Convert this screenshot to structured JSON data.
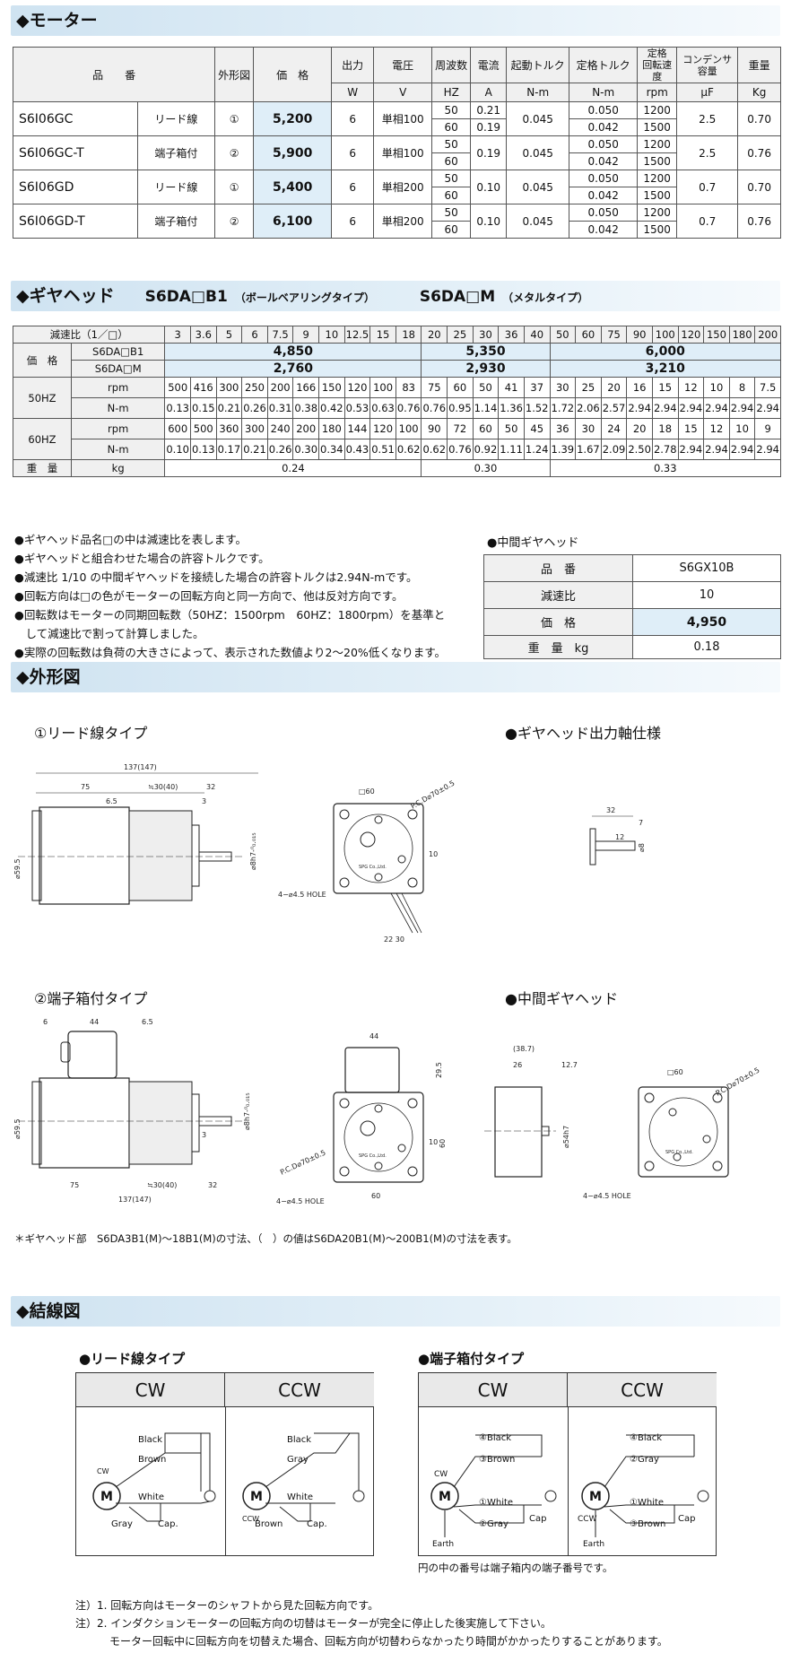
{
  "motor": {
    "title": "◆モーター",
    "h": {
      "model": "品　　番",
      "shape": "外形図",
      "price": "価　格",
      "out": "出力",
      "volt": "電圧",
      "freq": "周波数",
      "cur": "電流",
      "start": "起動トルク",
      "rated": "定格トルク",
      "speed1": "定格",
      "speed2": "回転速度",
      "cap1": "コンデンサ",
      "cap2": "容量",
      "wt": "重量"
    },
    "u": {
      "out": "W",
      "volt": "V",
      "freq": "HZ",
      "cur": "A",
      "start": "N-m",
      "rated": "N-m",
      "speed": "rpm",
      "cap": "μF",
      "wt": "Kg"
    },
    "rows": [
      {
        "model": "S6I06GC",
        "lead": "リード線",
        "shape": "①",
        "price": "5,200",
        "out": "6",
        "volt": "単相100",
        "f": [
          "50",
          "60"
        ],
        "cur": [
          "0.21",
          "0.19"
        ],
        "start": "0.045",
        "rated": [
          "0.050",
          "0.042"
        ],
        "rpm": [
          "1200",
          "1500"
        ],
        "cap": "2.5",
        "wt": "0.70"
      },
      {
        "model": "S6I06GC-T",
        "lead": "端子箱付",
        "shape": "②",
        "price": "5,900",
        "out": "6",
        "volt": "単相100",
        "f": [
          "50",
          "60"
        ],
        "cur": [
          "0.19"
        ],
        "start": "0.045",
        "rated": [
          "0.050",
          "0.042"
        ],
        "rpm": [
          "1200",
          "1500"
        ],
        "cap": "2.5",
        "wt": "0.76"
      },
      {
        "model": "S6I06GD",
        "lead": "リード線",
        "shape": "①",
        "price": "5,400",
        "out": "6",
        "volt": "単相200",
        "f": [
          "50",
          "60"
        ],
        "cur": [
          "0.10"
        ],
        "start": "0.045",
        "rated": [
          "0.050",
          "0.042"
        ],
        "rpm": [
          "1200",
          "1500"
        ],
        "cap": "0.7",
        "wt": "0.70"
      },
      {
        "model": "S6I06GD-T",
        "lead": "端子箱付",
        "shape": "②",
        "price": "6,100",
        "out": "6",
        "volt": "単相200",
        "f": [
          "50",
          "60"
        ],
        "cur": [
          "0.10"
        ],
        "start": "0.045",
        "rated": [
          "0.050",
          "0.042"
        ],
        "rpm": [
          "1200",
          "1500"
        ],
        "cap": "0.7",
        "wt": "0.76"
      }
    ]
  },
  "gear": {
    "title": "◆ギヤヘッド",
    "m1": "S6DA□B1",
    "m1s": "（ボールベアリングタイプ）",
    "m2": "S6DA□M",
    "m2s": "（メタルタイプ）",
    "ratio_label": "減速比（1／□）",
    "ratios": [
      "3",
      "3.6",
      "5",
      "6",
      "7.5",
      "9",
      "10",
      "12.5",
      "15",
      "18",
      "20",
      "25",
      "30",
      "36",
      "40",
      "50",
      "60",
      "75",
      "90",
      "100",
      "120",
      "150",
      "180",
      "200"
    ],
    "price_label": "価　格",
    "b1": "S6DA□B1",
    "mm": "S6DA□M",
    "price_b1": [
      "4,850",
      "5,350",
      "6,000"
    ],
    "price_m": [
      "2,760",
      "2,930",
      "3,210"
    ],
    "hz50": "50HZ",
    "hz60": "60HZ",
    "rpm": "rpm",
    "nm": "N-m",
    "rpm50": [
      "500",
      "416",
      "300",
      "250",
      "200",
      "166",
      "150",
      "120",
      "100",
      "83",
      "75",
      "60",
      "50",
      "41",
      "37",
      "30",
      "25",
      "20",
      "16",
      "15",
      "12",
      "10",
      "8",
      "7.5"
    ],
    "nm50": [
      "0.13",
      "0.15",
      "0.21",
      "0.26",
      "0.31",
      "0.38",
      "0.42",
      "0.53",
      "0.63",
      "0.76",
      "0.76",
      "0.95",
      "1.14",
      "1.36",
      "1.52",
      "1.72",
      "2.06",
      "2.57",
      "2.94",
      "2.94",
      "2.94",
      "2.94",
      "2.94",
      "2.94"
    ],
    "rpm60": [
      "600",
      "500",
      "360",
      "300",
      "240",
      "200",
      "180",
      "144",
      "120",
      "100",
      "90",
      "72",
      "60",
      "50",
      "45",
      "36",
      "30",
      "24",
      "20",
      "18",
      "15",
      "12",
      "10",
      "9"
    ],
    "nm60": [
      "0.10",
      "0.13",
      "0.17",
      "0.21",
      "0.26",
      "0.30",
      "0.34",
      "0.43",
      "0.51",
      "0.62",
      "0.62",
      "0.76",
      "0.92",
      "1.11",
      "1.24",
      "1.39",
      "1.67",
      "2.09",
      "2.50",
      "2.78",
      "2.94",
      "2.94",
      "2.94",
      "2.94"
    ],
    "wt_label": "重　量",
    "kg": "kg",
    "wt": [
      "0.24",
      "0.30",
      "0.33"
    ]
  },
  "notes": [
    "●ギヤヘッド品名□の中は減速比を表します。",
    "●ギヤヘッドと組合わせた場合の許容トルクです。",
    "●減速比 1/10 の中間ギヤヘッドを接続した場合の許容トルクは2.94N-mです。",
    "●回転方向は□の色がモーターの回転方向と同一方向で、他は反対方向です。",
    "●回転数はモーターの同期回転数（50HZ：1500rpm　60HZ：1800rpm）を基準と",
    "　して減速比で割って計算しました。",
    "●実際の回転数は負荷の大きさによって、表示された数値より2〜20%低くなります。"
  ],
  "mid": {
    "title": "●中間ギヤヘッド",
    "rows": [
      [
        "品　番",
        "S6GX10B"
      ],
      [
        "減速比",
        "10"
      ],
      [
        "価　格",
        "4,950"
      ],
      [
        "重　量　kg",
        "0.18"
      ]
    ]
  },
  "outline": {
    "title": "◆外形図",
    "lead": "①リード線タイプ",
    "shaft": "●ギヤヘッド出力軸仕様",
    "term": "②端子箱付タイプ",
    "midg": "●中間ギヤヘッド",
    "dims": {
      "d137": "137(147)",
      "d75": "75",
      "d30": "≒30(40)",
      "d32": "32",
      "d65": "6.5",
      "d3": "3",
      "d595": "⌀59.5",
      "d8h7": "⌀8h7-⁰₀.₀₁₅",
      "sq60": "□60",
      "pcd": "P.C.D⌀70±0.5",
      "hole": "4−⌀4.5 HOLE",
      "d10": "10",
      "d2230": "22  30",
      "s32": "32",
      "s12": "12",
      "s8": "⌀8",
      "s7": "7",
      "t6": "6",
      "t44": "44",
      "t295": "29.5",
      "t60": "60",
      "t10": "10",
      "m387": "(38.7)",
      "m26": "26",
      "m127": "12.7",
      "m54": "⌀54h7",
      "spg": "SPG Co.,Ltd."
    },
    "foot": "＊ギヤヘッド部　S6DA3B1(M)〜18B1(M)の寸法、（　）の値はS6DA20B1(M)〜200B1(M)の寸法を表す。"
  },
  "wiring": {
    "title": "◆結線図",
    "lead": "●リード線タイプ",
    "term": "●端子箱付タイプ",
    "cw": "CW",
    "ccw": "CCW",
    "black": "Black",
    "brown": "Brown",
    "white": "White",
    "gray": "Gray",
    "cap": "Cap.",
    "m": "M",
    "earth": "Earth",
    "t_black": "④Black",
    "t_brown": "③Brown",
    "t_white": "①White",
    "t_gray": "②Gray",
    "t_gray2": "②Gray",
    "t_brown2": "③Brown",
    "t_cap": "Cap",
    "tnote": "円の中の番号は端子箱内の端子番号です。"
  },
  "footnotes": [
    "注）1. 回転方向はモーターのシャフトから見た回転方向です。",
    "注）2. インダクションモーターの回転方向の切替はモーターが完全に停止した後実施して下さい。",
    "モーター回転中に回転方向を切替えた場合、回転方向が切替わらなかったり時間がかかったりすることがあります。"
  ]
}
